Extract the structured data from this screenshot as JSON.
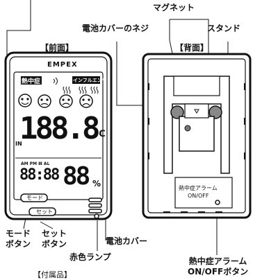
{
  "labels": {
    "magnet": "マグネット",
    "battery_cover_screw": "電池カバーのネジ",
    "stand": "スタンド",
    "front": "【前面】",
    "back": "【背面】",
    "battery_cover": "電池カバー",
    "mode_button": "モード\nボタン",
    "set_button": "セット\nボタン",
    "red_lamp": "赤色ランプ",
    "alarm_button": "熱中症アラーム\nON/OFFボタン",
    "accessories": "【付属品】"
  },
  "device": {
    "brand": "EMPEX",
    "heat_label": "熱中症",
    "influenza_label": "インフルエンザ",
    "temperature": "188.8",
    "temp_unit": "℃",
    "time": "88:88",
    "humidity": "88",
    "humidity_unit": "%",
    "in_label": "IN",
    "time_flags": "AM PM Ⅲ AL",
    "mode_btn": "モード",
    "set_btn": "セット",
    "alarm_panel_title": "熱中症アラーム",
    "alarm_panel_sub": "ON/OFF"
  }
}
